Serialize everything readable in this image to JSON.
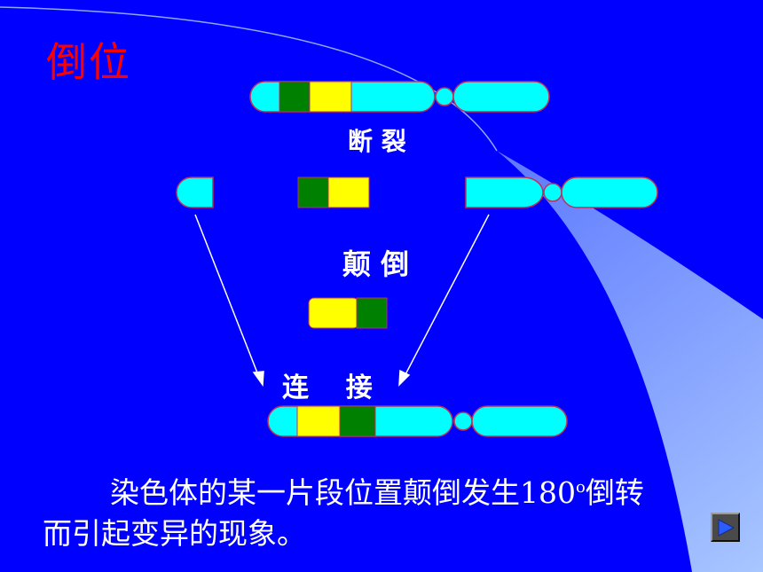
{
  "slide": {
    "title": "倒位",
    "labels": {
      "break": "断 裂",
      "invert": "颠 倒",
      "join": "连    接"
    },
    "description_line1": "染色体的某一片段位置颠倒发生180",
    "degree_mark": "o",
    "description_line1_end": "倒转",
    "description_line2": "而引起变异的现象。"
  },
  "colors": {
    "background": "#0000ff",
    "title": "#ff0000",
    "chromosome": "#00ffff",
    "segment_dark": "#008000",
    "segment_light": "#ffff00",
    "outline": "#c0305a"
  },
  "icons": {
    "next": "play-next-icon"
  }
}
